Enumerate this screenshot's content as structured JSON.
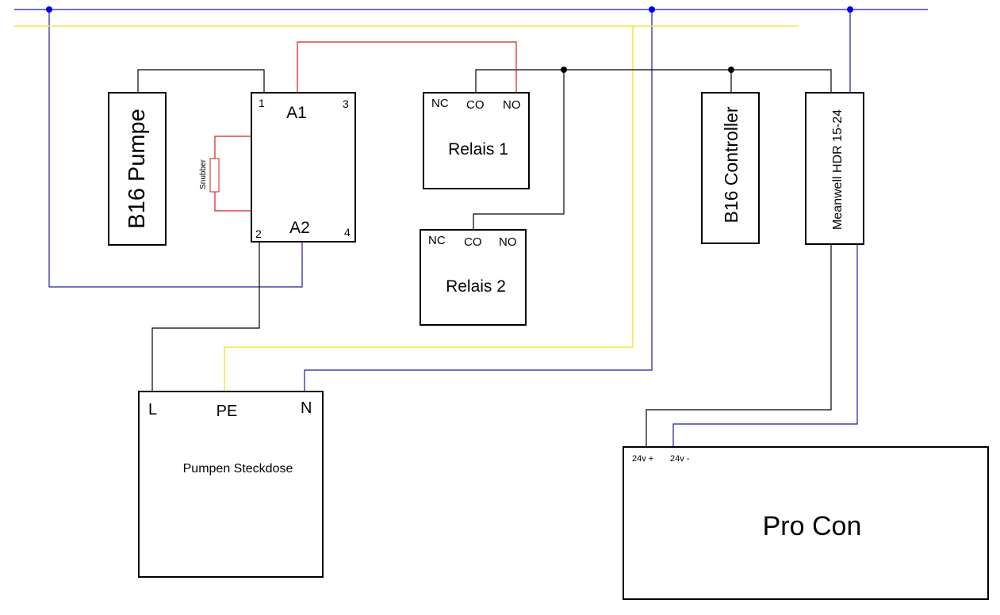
{
  "colors": {
    "blue": "#1a1aa6",
    "black": "#000000",
    "red": "#d62020",
    "yellow": "#f2e640",
    "junction_blue": "#0000ee",
    "snubber": "#d62020"
  },
  "components": {
    "b16_pumpe": {
      "label": "B16 Pumpe"
    },
    "relay_main": {
      "pin_1": "1",
      "pin_2": "2",
      "pin_3": "3",
      "pin_4": "4",
      "coil_a1": "A1",
      "coil_a2": "A2"
    },
    "snubber": {
      "label": "Snubber"
    },
    "relais_1": {
      "label": "Relais 1",
      "nc": "NC",
      "co": "CO",
      "no": "NO"
    },
    "relais_2": {
      "label": "Relais 2",
      "nc": "NC",
      "co": "CO",
      "no": "NO"
    },
    "b16_controller": {
      "label": "B16 Controller"
    },
    "meanwell": {
      "label": "Meanwell HDR 15-24"
    },
    "pumpen_steckdose": {
      "label": "Pumpen Steckdose",
      "l": "L",
      "pe": "PE",
      "n": "N"
    },
    "pro_con": {
      "label": "Pro Con",
      "plus": "24v +",
      "minus": "24v -"
    }
  }
}
